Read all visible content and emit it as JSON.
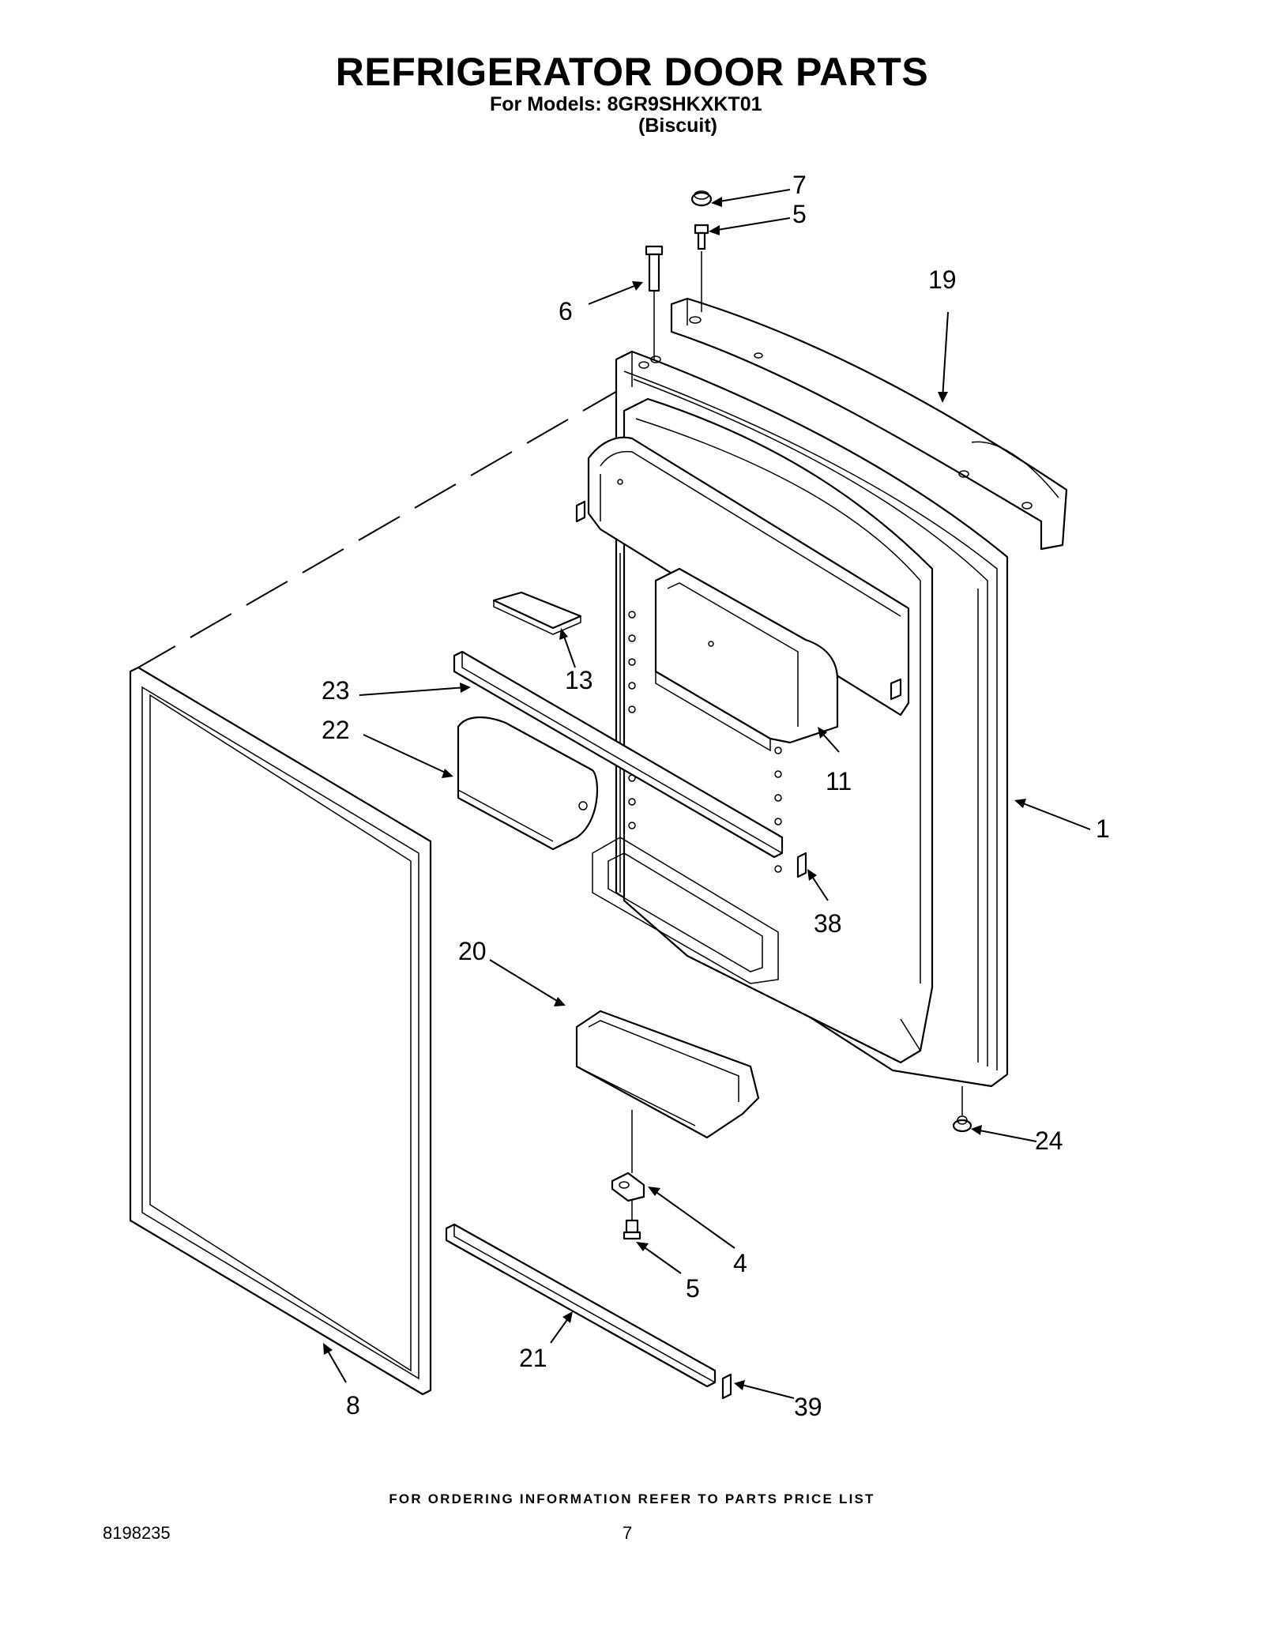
{
  "header": {
    "title": "REFRIGERATOR DOOR PARTS",
    "models_line": "For Models: 8GR9SHKXKT01",
    "color_line": "(Biscuit)"
  },
  "footer": {
    "ordering_info": "FOR ORDERING INFORMATION REFER TO PARTS PRICE LIST",
    "doc_number": "8198235",
    "page_number": "7"
  },
  "callouts": [
    "7",
    "5",
    "6",
    "19",
    "13",
    "23",
    "22",
    "11",
    "1",
    "38",
    "20",
    "24",
    "4",
    "5",
    "21",
    "8",
    "39"
  ]
}
